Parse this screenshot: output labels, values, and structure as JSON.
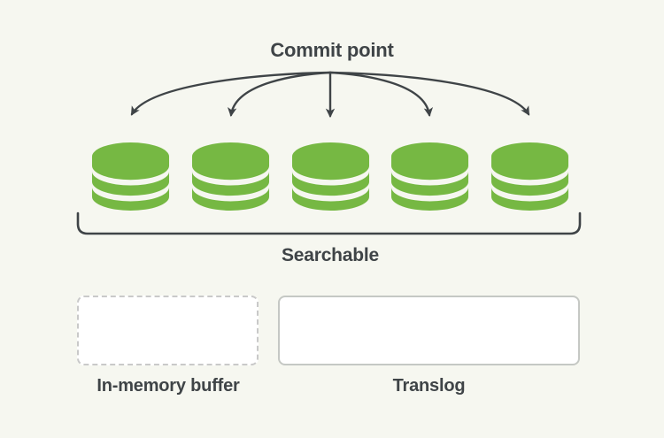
{
  "colors": {
    "canvas_bg": "#f6f7f0",
    "segment_green": "#76b843",
    "ink": "#3f4447",
    "buffer_border": "#c9c9c9",
    "translog_border": "#c5c8c4",
    "box_fill": "#ffffff"
  },
  "diagram": {
    "commit_point_label": "Commit point",
    "segment_count": 5,
    "segment_icon": "database-cylinder-icon",
    "searchable_label": "Searchable",
    "in_memory_buffer_label": "In-memory buffer",
    "translog_label": "Translog"
  }
}
